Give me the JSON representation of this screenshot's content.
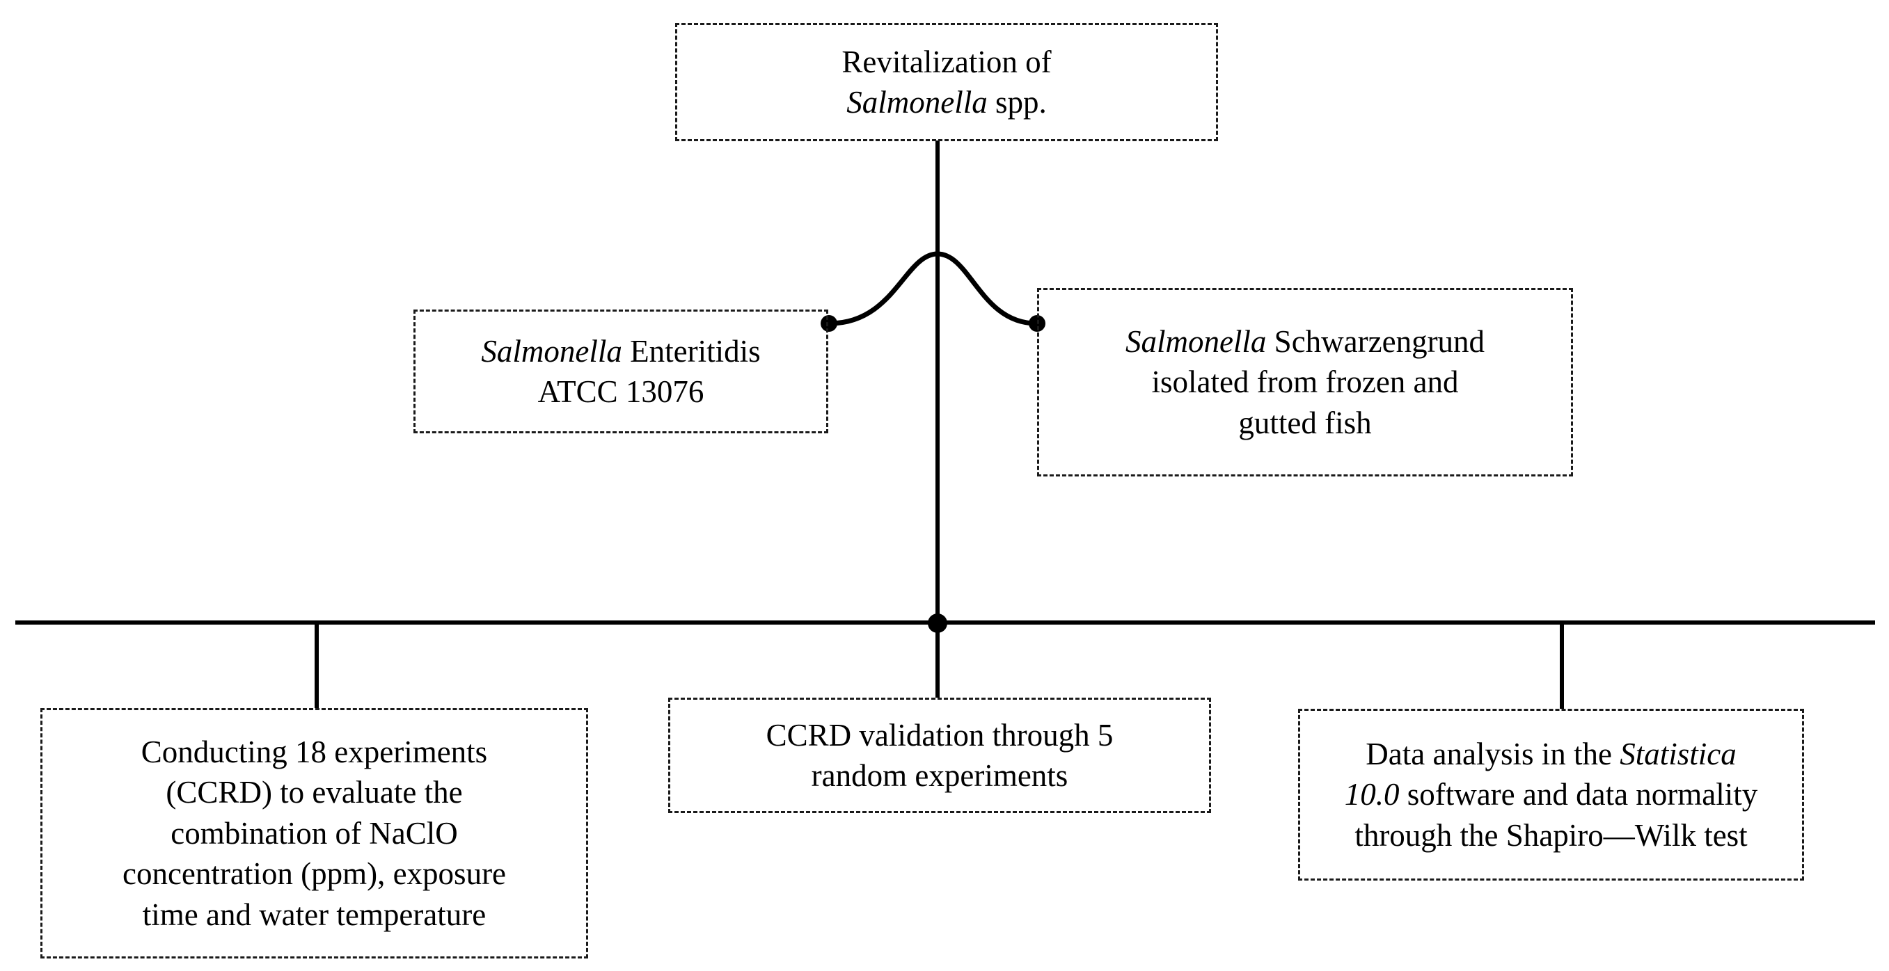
{
  "diagram": {
    "title": "Revitalization of Salmonella spp. experimental flowchart",
    "line_color": "#000000",
    "box_border_color": "#1a1a1a",
    "background": "#ffffff"
  },
  "nodes": {
    "top": {
      "line1": "Revitalization of",
      "line2_italic": "Salmonella",
      "line2_rest": " spp."
    },
    "enteritidis": {
      "line1_italic": "Salmonella",
      "line1_rest": " Enteritidis",
      "line2": "ATCC 13076"
    },
    "schwarzengrund": {
      "line1_italic": "Salmonella",
      "line1_rest": " Schwarzengrund",
      "line2": "isolated from frozen and",
      "line3": "gutted fish"
    },
    "ccrd_experiments": {
      "line1": "Conducting 18 experiments",
      "line2": "(CCRD) to evaluate the",
      "line3": "combination of NaClO",
      "line4": "concentration (ppm), exposure",
      "line5": "time and water temperature"
    },
    "validation": {
      "line1": "CCRD validation through 5",
      "line2": "random experiments"
    },
    "data_analysis": {
      "line1_pre": "Data analysis in the ",
      "line1_italic": "Statistica",
      "line2_italic": "10.0",
      "line2_rest": " software and data normality",
      "line3": "through the Shapiro—Wilk test"
    }
  },
  "connectors": {
    "vertical_trunk": "from top box down to distribution bus",
    "s_curve_left": "trunk to Salmonella Enteritidis box",
    "s_curve_right": "trunk to Salmonella Schwarzengrund box",
    "horizontal_bus": "distribution bus feeding three bottom boxes",
    "junction_dot": "bus and trunk crossing point"
  }
}
